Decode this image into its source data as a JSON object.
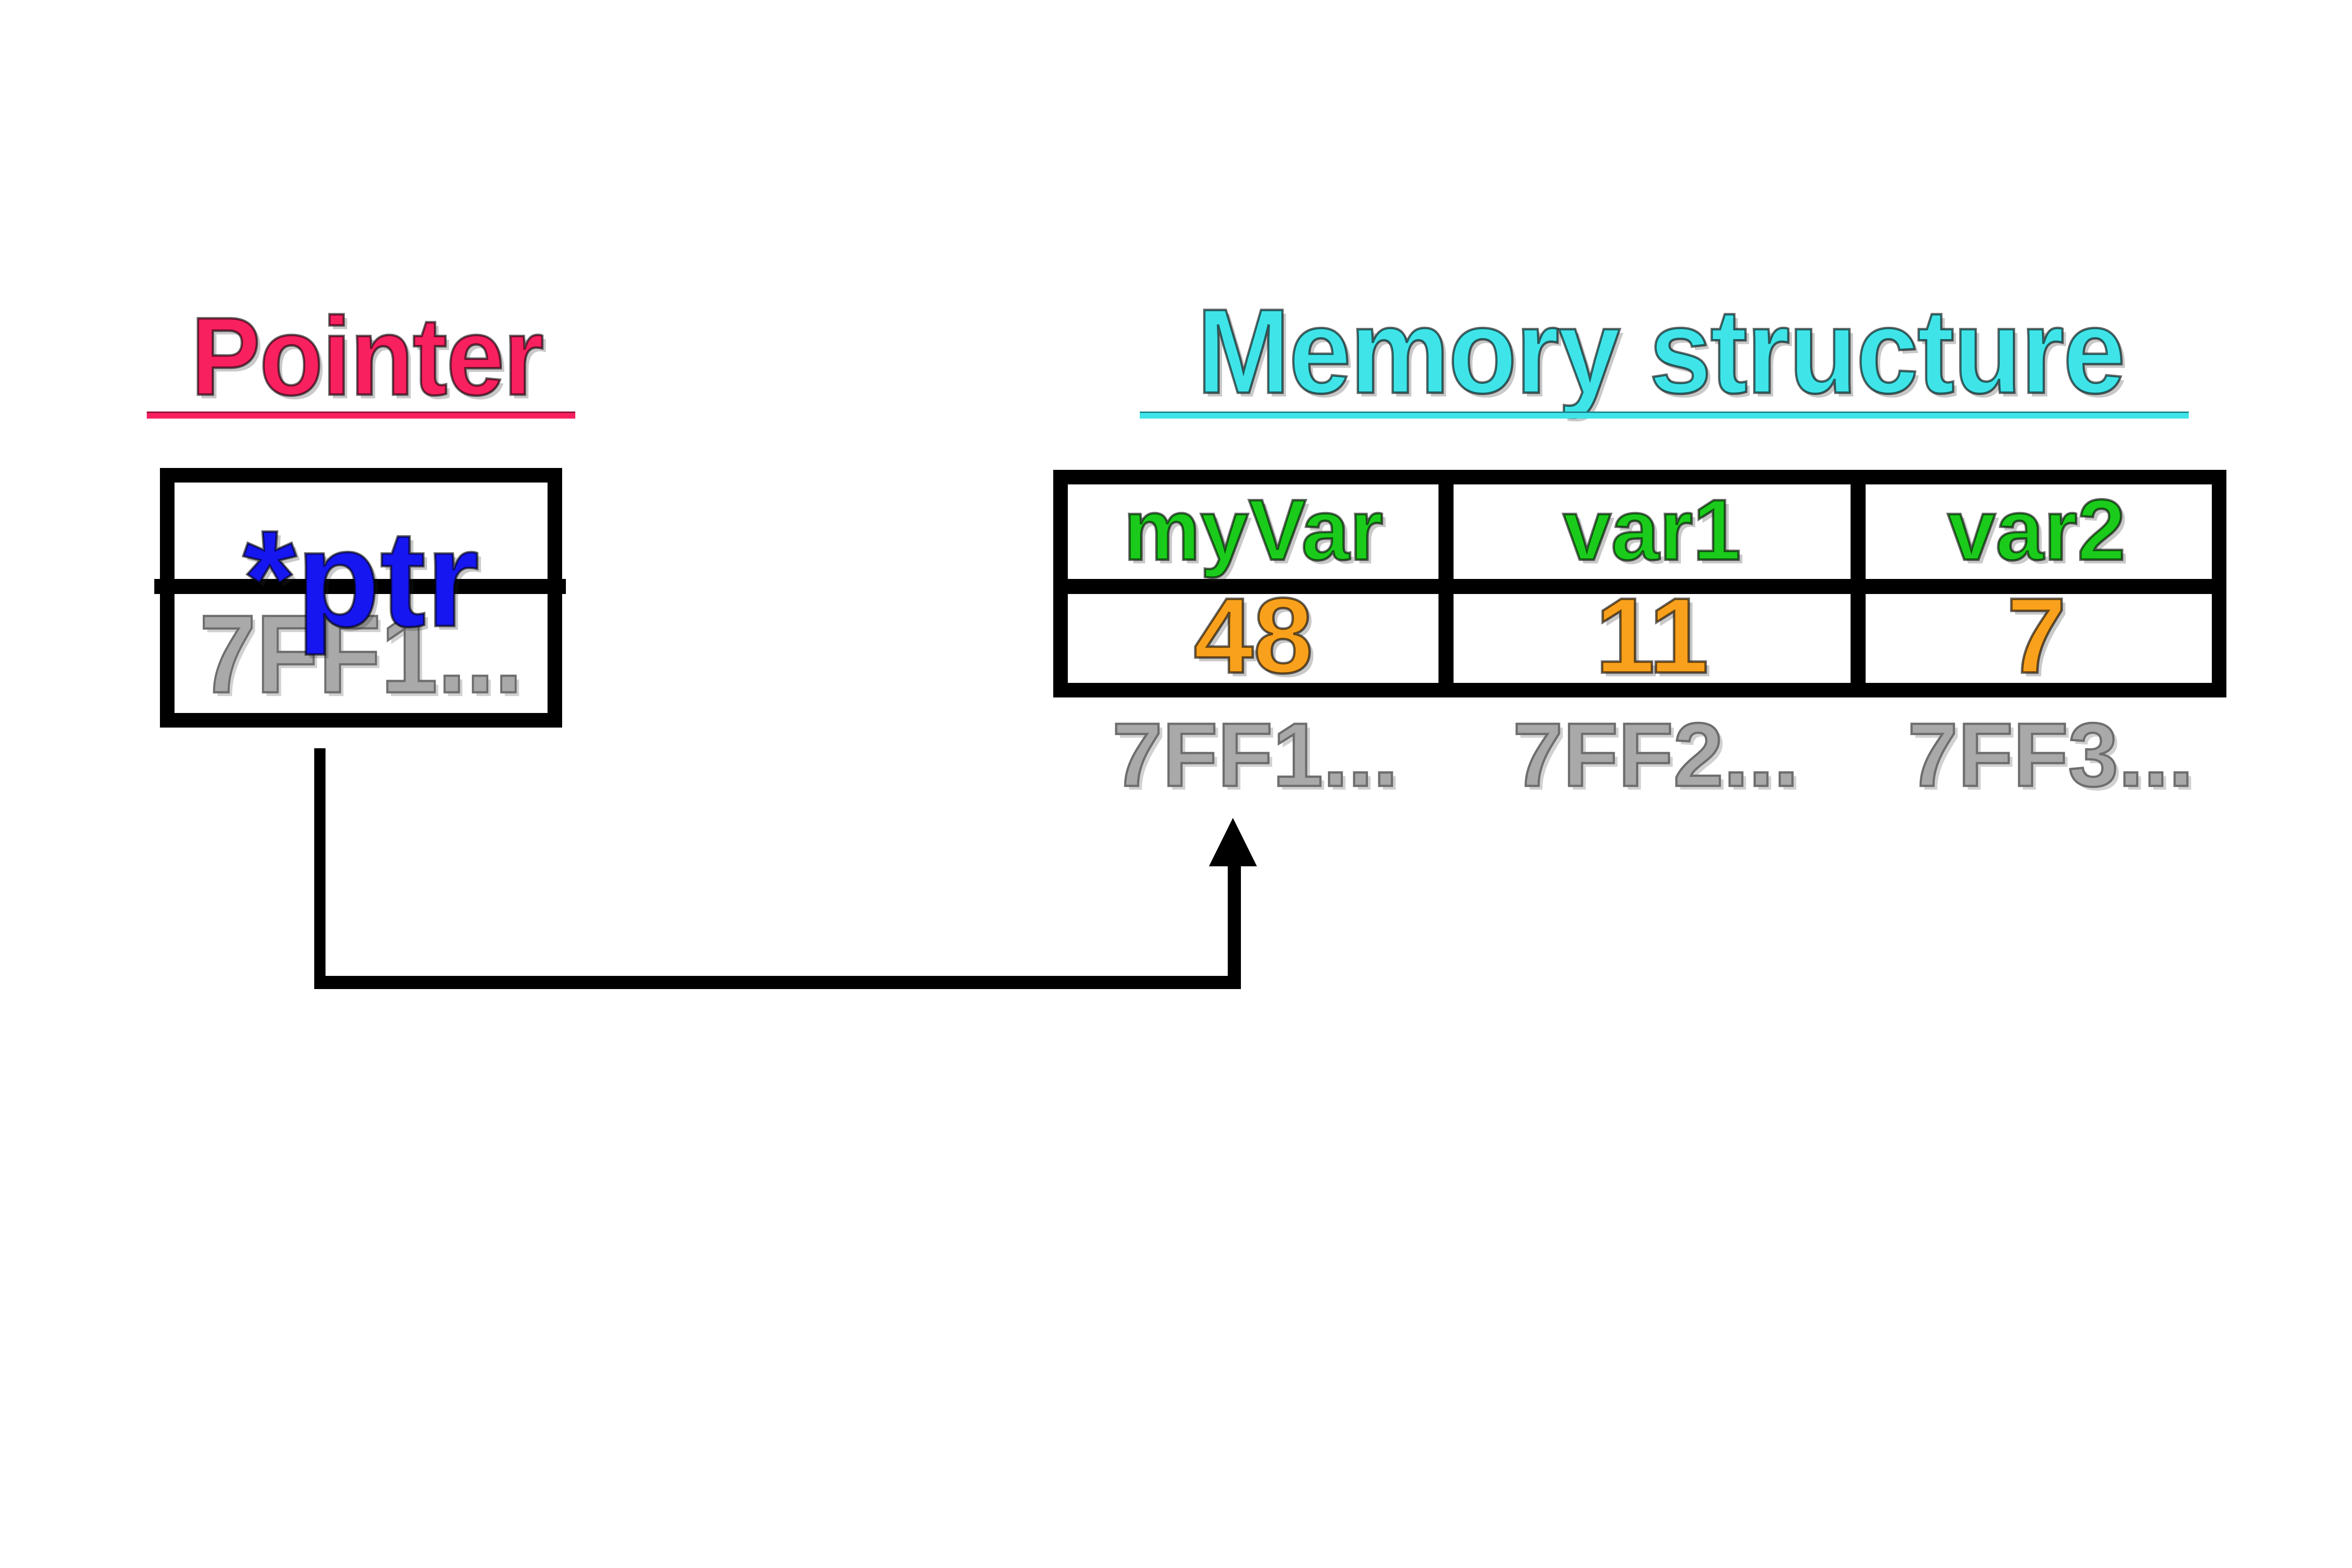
{
  "pointer_section": {
    "title": "Pointer",
    "title_color": "#f8205f",
    "box": {
      "variable_name": "*ptr",
      "variable_color": "#1616f0",
      "address_value": "7FF1...",
      "address_color": "#a9a9a9"
    }
  },
  "memory_section": {
    "title": "Memory structure",
    "title_color": "#3fe4e8",
    "column_name_color": "#1bcb1b",
    "value_color": "#f9a11c",
    "address_color": "#a9a9a9",
    "columns": [
      {
        "name": "myVar",
        "value": "48",
        "address": "7FF1..."
      },
      {
        "name": "var1",
        "value": "11",
        "address": "7FF2..."
      },
      {
        "name": "var2",
        "value": "7",
        "address": "7FF3..."
      }
    ]
  },
  "arrow": {
    "icon": "pointer-to-memory-arrow",
    "color": "#000000"
  }
}
